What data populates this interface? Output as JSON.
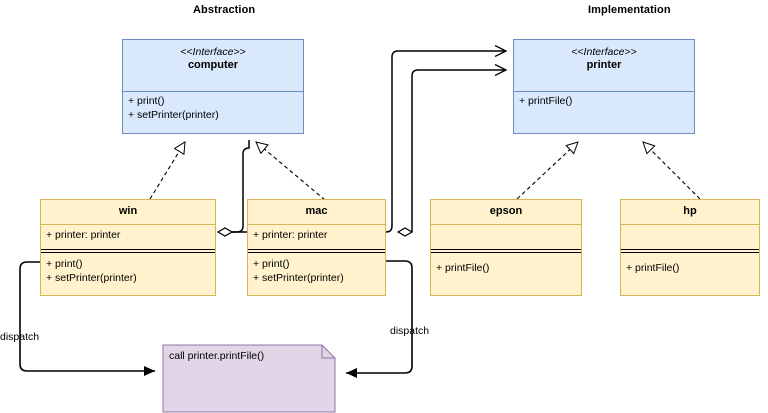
{
  "diagram": {
    "type": "uml-class-diagram",
    "background": "#ffffff",
    "colors": {
      "interface_fill": "#dae8fc",
      "interface_stroke": "#6c8ebf",
      "class_fill": "#fff2cc",
      "class_stroke": "#d6b656",
      "note_fill": "#e1d5e7",
      "note_stroke": "#9673a6",
      "line": "#000000"
    }
  },
  "sections": {
    "abstraction_title": "Abstraction",
    "implementation_title": "Implementation"
  },
  "interfaces": {
    "computer": {
      "stereotype": "<<Interface>>",
      "name": "computer",
      "methods": [
        "+ print()",
        "+ setPrinter(printer)"
      ]
    },
    "printer": {
      "stereotype": "<<Interface>>",
      "name": "printer",
      "methods": [
        "+ printFile()"
      ]
    }
  },
  "classes": {
    "win": {
      "name": "win",
      "attributes": [
        "+ printer: printer"
      ],
      "methods": [
        "+ print()",
        "+ setPrinter(printer)"
      ]
    },
    "mac": {
      "name": "mac",
      "attributes": [
        "+ printer: printer"
      ],
      "methods": [
        "+ print()",
        "+ setPrinter(printer)"
      ]
    },
    "epson": {
      "name": "epson",
      "attributes": [],
      "methods": [
        "+ printFile()"
      ]
    },
    "hp": {
      "name": "hp",
      "attributes": [],
      "methods": [
        "+ printFile()"
      ]
    }
  },
  "note": {
    "text": "call printer.printFile()"
  },
  "edges": {
    "dispatch_left_label": "dispatch",
    "dispatch_right_label": "dispatch",
    "relations": [
      {
        "from": "win",
        "to": "computer",
        "kind": "realization"
      },
      {
        "from": "mac",
        "to": "computer",
        "kind": "realization"
      },
      {
        "from": "epson",
        "to": "printer",
        "kind": "realization"
      },
      {
        "from": "hp",
        "to": "printer",
        "kind": "realization"
      },
      {
        "from": "win",
        "to": "printer",
        "kind": "aggregation"
      },
      {
        "from": "mac",
        "to": "printer",
        "kind": "aggregation"
      },
      {
        "from": "win",
        "to": "note",
        "kind": "dispatch"
      },
      {
        "from": "mac",
        "to": "note",
        "kind": "dispatch"
      }
    ]
  }
}
